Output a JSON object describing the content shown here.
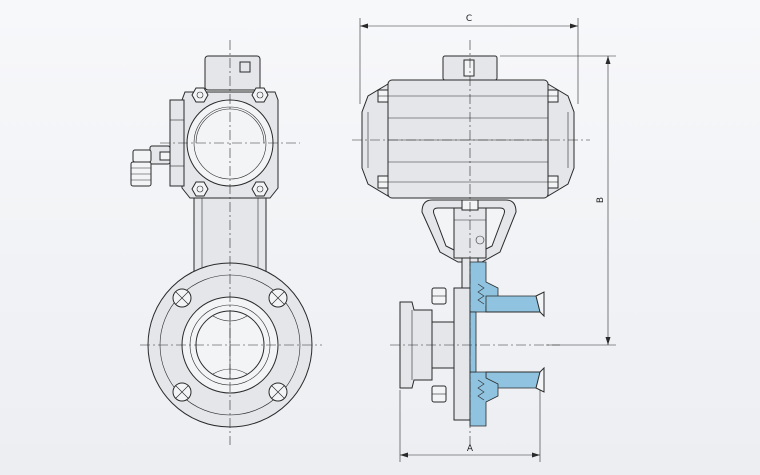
{
  "drawing": {
    "dimensions": {
      "a_label": "A",
      "b_label": "B",
      "c_label": "C"
    },
    "colors": {
      "background": "#eceef2",
      "line": "#2a2a2a",
      "section_fill": "#8fc3df",
      "body_fill": "#e4e6ea"
    }
  }
}
